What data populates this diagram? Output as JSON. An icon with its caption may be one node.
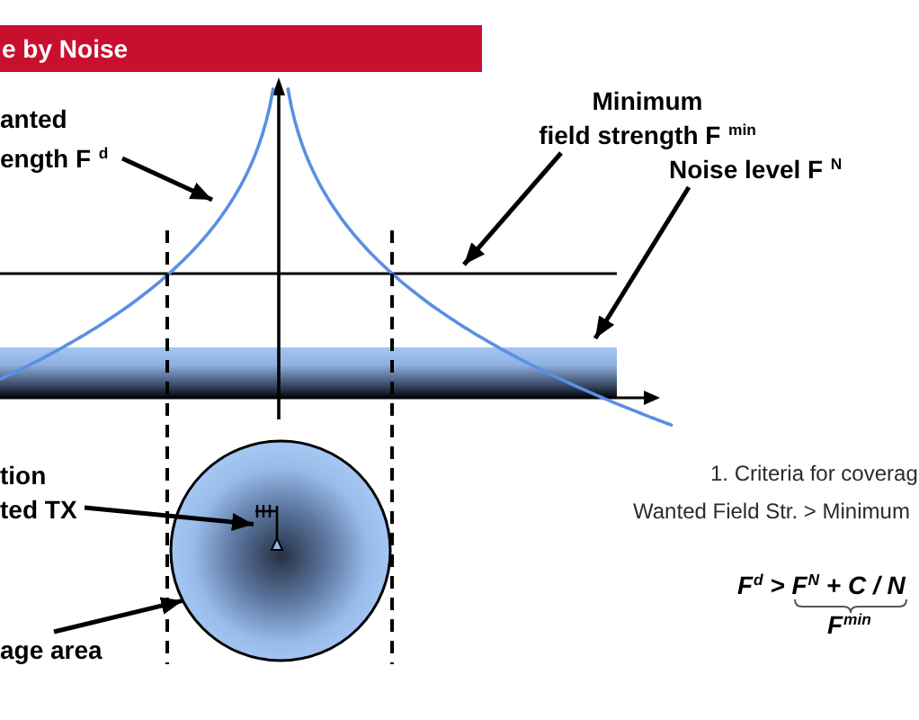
{
  "diagram": {
    "title": "e by Noise",
    "nodes": [
      {
        "text": [
          "anted ength F $^{d}$"
        ]
      },
      {
        "text": [
          "Minimum field strength F $^{min}$"
        ]
      },
      {
        "text": [
          "Noise level F $^{N}$"
        ]
      },
      {
        "text": [],
        "shape": "circle"
      },
      {
        "text": [],
        "shape": "antenna",
        "in": 3
      },
      {
        "text": [
          "tion ted TX"
        ]
      },
      {
        "text": [
          "age area"
        ]
      }
    ],
    "edges": [
      {
        "from": 0,
        "to": null,
        "arrow": "to"
      },
      {
        "from": 1,
        "to": null,
        "arrow": "to"
      },
      {
        "from": 2,
        "to": null,
        "arrow": "to"
      },
      {
        "from": 5,
        "to": 4,
        "arrow": "to"
      },
      {
        "from": 6,
        "to": 3,
        "arrow": "to"
      }
    ],
    "labels": [
      "1. Criteria for coverag",
      "Wanted Field Str. > Minimum",
      "F$^{d}$ > F$^{N}$ + C / N",
      "F$^{min}$"
    ]
  }
}
